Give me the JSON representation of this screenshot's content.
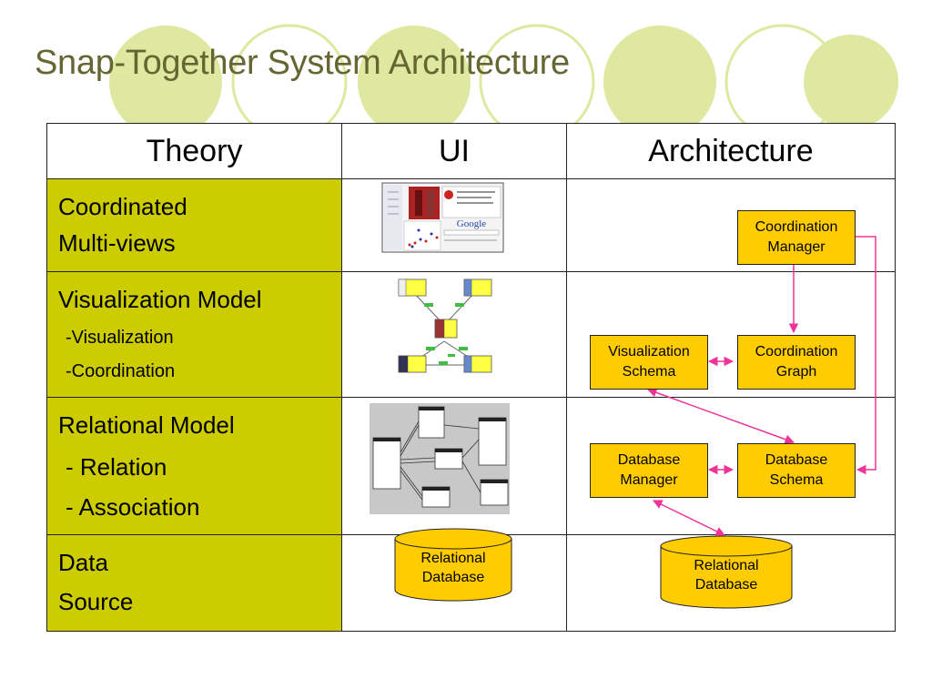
{
  "slide": {
    "title": "Snap-Together System Architecture",
    "colors": {
      "title": "#666633",
      "theory_fill": "#cccc00",
      "box_fill": "#ffcc00",
      "arrow": "#ee3399",
      "circle": "#dfe8a0"
    }
  },
  "table": {
    "headers": [
      "Theory",
      "UI",
      "Architecture"
    ],
    "rows": [
      {
        "theory": [
          "Coordinated",
          "Multi-views"
        ]
      },
      {
        "theory": [
          "Visualization Model",
          "-Visualization",
          "-Coordination"
        ]
      },
      {
        "theory": [
          "Relational Model",
          "- Relation",
          "- Association"
        ]
      },
      {
        "theory": [
          "Data",
          "Source"
        ]
      }
    ]
  },
  "ui_column": {
    "screenshot_thumb": {
      "logo_text": "Google"
    },
    "db_cylinder": [
      "Relational",
      "Database"
    ]
  },
  "architecture": {
    "coordination_manager": [
      "Coordination",
      "Manager"
    ],
    "visualization_schema": [
      "Visualization",
      "Schema"
    ],
    "coordination_graph": [
      "Coordination",
      "Graph"
    ],
    "database_manager": [
      "Database",
      "Manager"
    ],
    "database_schema": [
      "Database",
      "Schema"
    ],
    "relational_database": [
      "Relational",
      "Database"
    ]
  }
}
